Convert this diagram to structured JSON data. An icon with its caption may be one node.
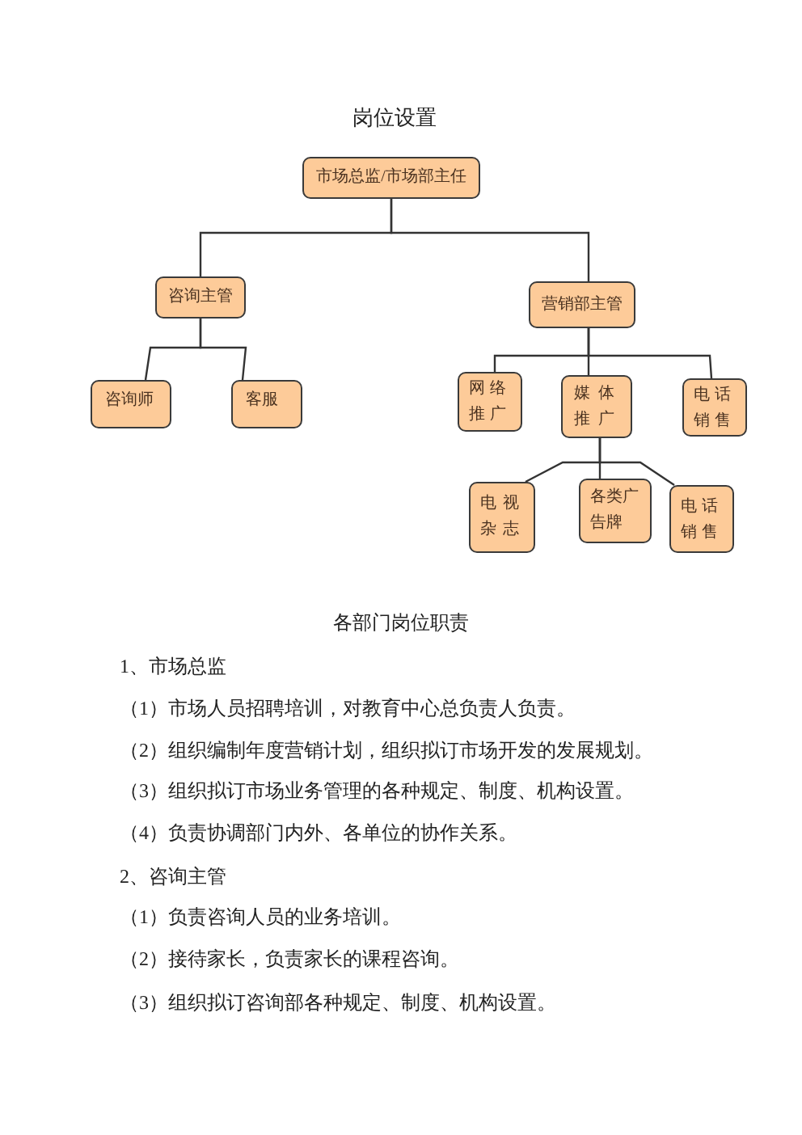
{
  "diagram": {
    "title": "岗位设置",
    "nodes": [
      {
        "text": [
          "市场总监/市场部主任"
        ]
      },
      {
        "text": [
          "咨询主管"
        ]
      },
      {
        "text": [
          "营销部主管"
        ]
      },
      {
        "text": [
          "咨询师"
        ]
      },
      {
        "text": [
          "客服"
        ]
      },
      {
        "text": [
          "网络推广"
        ]
      },
      {
        "text": [
          "媒体推广"
        ]
      },
      {
        "text": [
          "电话销售"
        ]
      },
      {
        "text": [
          "电视杂志"
        ]
      },
      {
        "text": [
          "各类广告牌"
        ]
      },
      {
        "text": [
          "电话销售"
        ]
      }
    ],
    "edges": [
      {
        "from": 0,
        "to": 1,
        "arrow": "none"
      },
      {
        "from": 0,
        "to": 2,
        "arrow": "none"
      },
      {
        "from": 1,
        "to": 3,
        "arrow": "none"
      },
      {
        "from": 1,
        "to": 4,
        "arrow": "none"
      },
      {
        "from": 2,
        "to": 5,
        "arrow": "none"
      },
      {
        "from": 2,
        "to": 6,
        "arrow": "none"
      },
      {
        "from": 2,
        "to": 7,
        "arrow": "none"
      },
      {
        "from": 6,
        "to": 8,
        "arrow": "none"
      },
      {
        "from": 6,
        "to": 9,
        "arrow": "none"
      },
      {
        "from": 6,
        "to": 10,
        "arrow": "none"
      }
    ],
    "labels": [
      "各部门岗位职责",
      "1、市场总监",
      "（1）市场人员招聘培训，对教育中心总负责人负责。",
      "（2）组织编制年度营销计划，组织拟订市场开发的发展规划。",
      "（3）组织拟订市场业务管理的各种规定、制度、机构设置。",
      "（4）负责协调部门内外、各单位的协作关系。",
      "2、咨询主管",
      "（1）负责咨询人员的业务培训。",
      "（2）接待家长，负责家长的课程咨询。",
      "（3）组织拟订咨询部各种规定、制度、机构设置。"
    ]
  }
}
